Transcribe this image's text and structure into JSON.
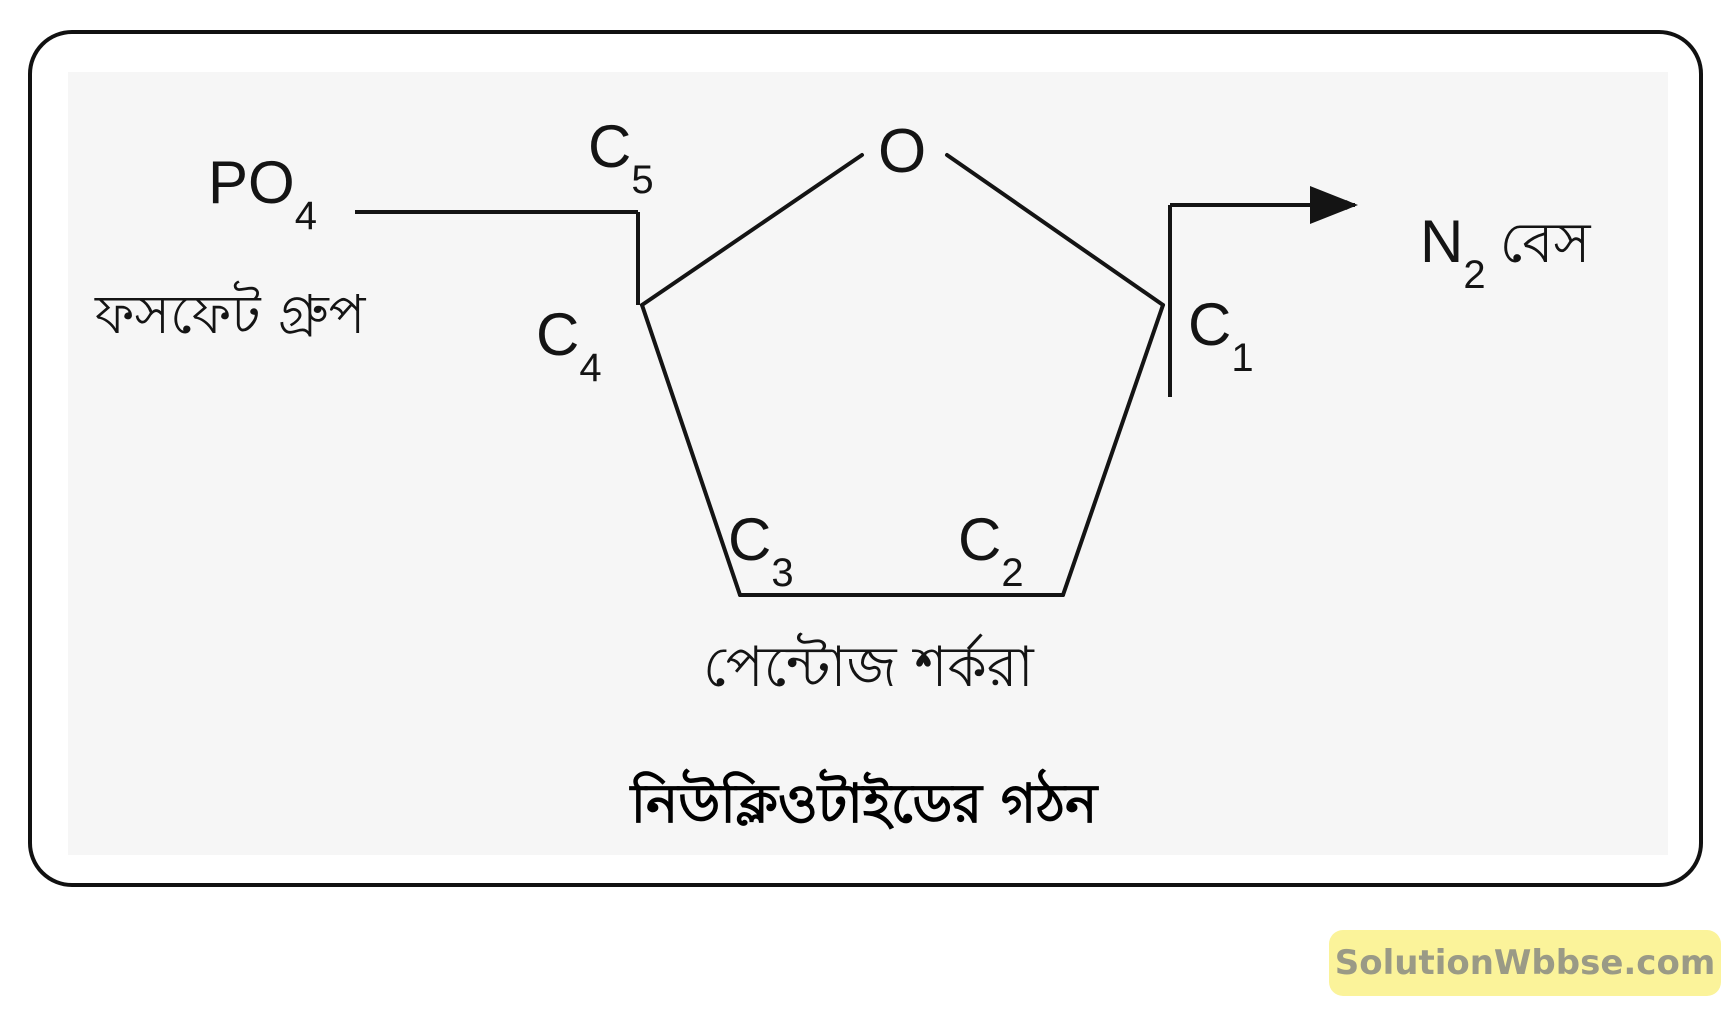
{
  "labels": {
    "po4": {
      "main": "PO",
      "sub": "4"
    },
    "phosphate_group": "ফসফেট গ্রুপ",
    "c5": {
      "main": "C",
      "sub": "5"
    },
    "o": "O",
    "c4": {
      "main": "C",
      "sub": "4"
    },
    "c1": {
      "main": "C",
      "sub": "1"
    },
    "c3": {
      "main": "C",
      "sub": "3"
    },
    "c2": {
      "main": "C",
      "sub": "2"
    },
    "n2_base": {
      "main": "N",
      "sub": "2",
      "suffix": "বেস"
    },
    "pentose_sugar": "পেন্টোজ শর্করা"
  },
  "caption": "নিউক্লিওটাইডের গঠন",
  "watermark": "SolutionWbbse.com",
  "colors": {
    "ink": "#141414",
    "watermark_bg": "#fbf39a",
    "watermark_text": "#9a9a86"
  }
}
